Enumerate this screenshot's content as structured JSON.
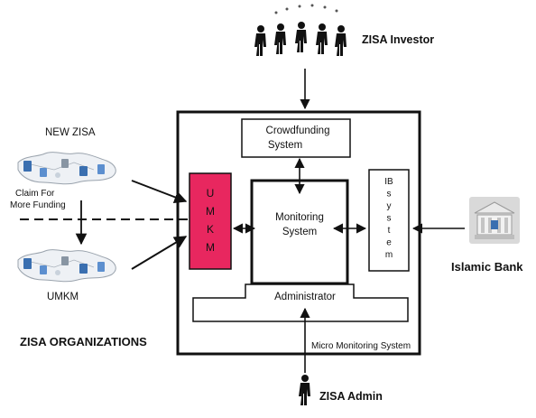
{
  "labels": {
    "investor": "ZISA Investor",
    "crowdfunding_line1": "Crowdfunding",
    "crowdfunding_line2": "System",
    "umkm_box_letters": [
      "U",
      "M",
      "K",
      "M"
    ],
    "monitoring_line1": "Monitoring",
    "monitoring_line2": "System",
    "ib_letters": [
      "IB",
      "s",
      "y",
      "s",
      "t",
      "e",
      "m"
    ],
    "administrator": "Administrator",
    "micro_monitoring": "Micro Monitoring System",
    "islamic_bank": "Islamic Bank",
    "new_zisa": "NEW ZISA",
    "claim_line1": "Claim For",
    "claim_line2": "More Funding",
    "umkm_org": "UMKM",
    "zisa_organizations": "ZISA ORGANIZATIONS",
    "zisa_admin": "ZISA Admin"
  },
  "colors": {
    "umkm_fill": "#e8275f",
    "stroke": "#111111",
    "map_blue": "#3a6fb0"
  },
  "icons": {
    "investor": "group-of-people-icon",
    "bank": "bank-building-icon",
    "admin": "person-icon",
    "org_map": "network-map-icon"
  }
}
